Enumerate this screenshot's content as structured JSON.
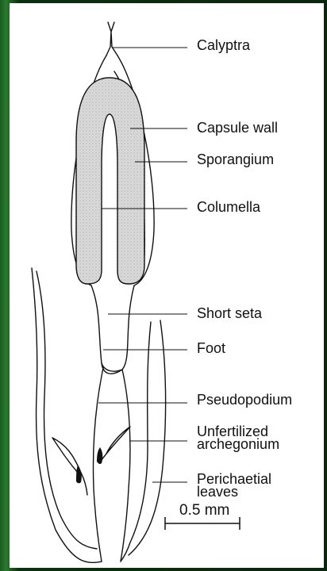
{
  "labels": {
    "calyptra": "Calyptra",
    "capsule_wall": "Capsule wall",
    "sporangium": "Sporangium",
    "columella": "Columella",
    "short_seta": "Short seta",
    "foot": "Foot",
    "pseudopodium": "Pseudopodium",
    "unfertilized_archegonium": "Unfertilized\narchegonium",
    "perichaetial_leaves": "Perichaetial\nleaves"
  },
  "scale_bar": {
    "label": "0.5 mm"
  },
  "colors": {
    "background": "#0f3a12",
    "panel": "#ffffff",
    "ink": "#111111",
    "stipple": "#cfcfcf"
  },
  "icons": {
    "left_border": "green-gradient-bar"
  }
}
